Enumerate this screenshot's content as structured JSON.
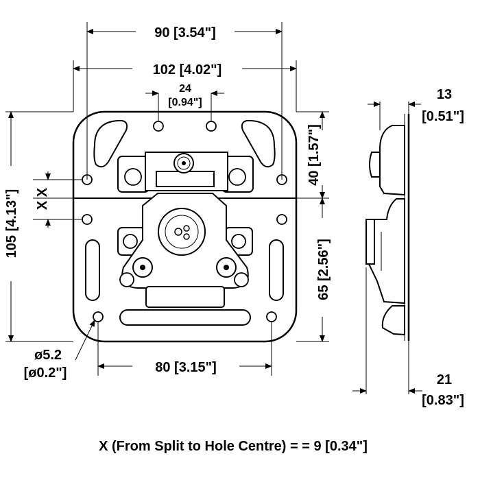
{
  "dimensions": {
    "width_outer": "90 [3.54\"]",
    "width_plate": "102 [4.02\"]",
    "hole_spacing_top_value": "24",
    "hole_spacing_top_inch": "[0.94\"]",
    "height_total": "105 [4.13\"]",
    "offset_x": "X X",
    "top_section": "40 [1.57\"]",
    "bottom_section": "65 [2.56\"]",
    "hole_dia_mm": "ø5.2",
    "hole_dia_in": "[ø0.2\"]",
    "bottom_hole_spacing": "80 [3.15\"]",
    "side_thickness_value": "13",
    "side_thickness_inch": "[0.51\"]",
    "side_depth_value": "21",
    "side_depth_inch": "[0.83\"]"
  },
  "footnote": "X (From Split to Hole Centre) =  = 9 [0.34\"]"
}
